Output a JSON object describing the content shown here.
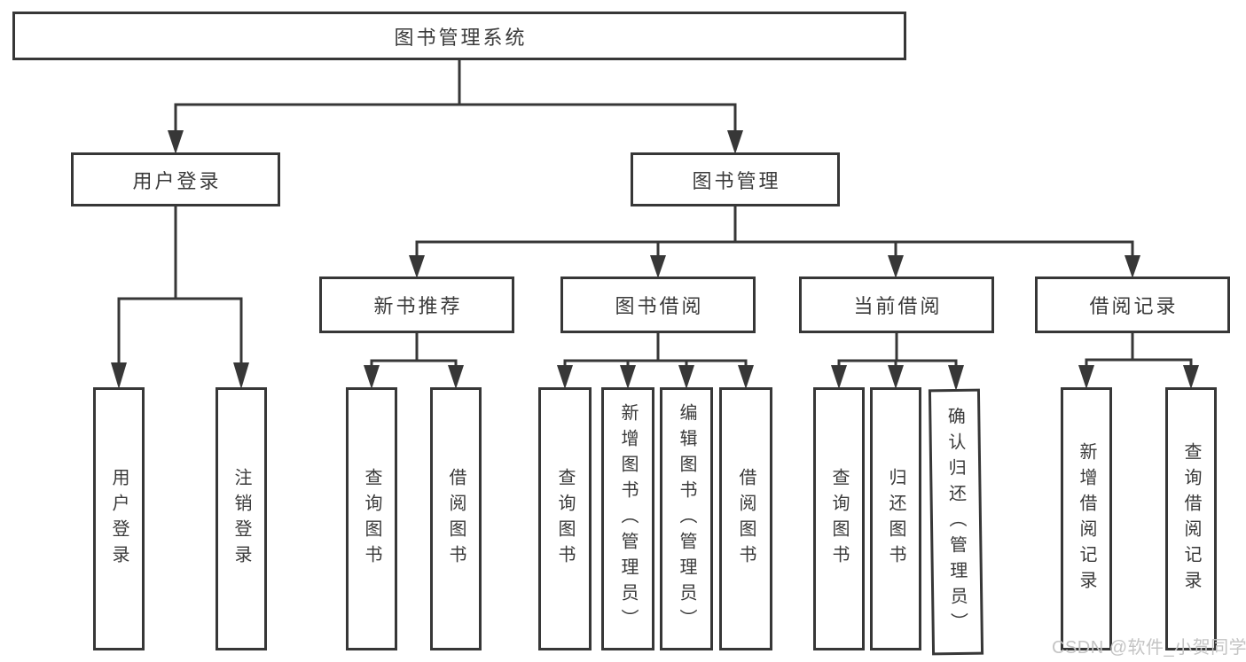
{
  "diagram_title": "图书管理系统",
  "tree": {
    "label": "图书管理系统",
    "children": [
      {
        "label": "用户登录",
        "children": [
          {
            "label": "用户登录"
          },
          {
            "label": "注销登录"
          }
        ]
      },
      {
        "label": "图书管理",
        "children": [
          {
            "label": "新书推荐",
            "children": [
              {
                "label": "查询图书"
              },
              {
                "label": "借阅图书"
              }
            ]
          },
          {
            "label": "图书借阅",
            "children": [
              {
                "label": "查询图书"
              },
              {
                "label": "新增图书（管理员）"
              },
              {
                "label": "编辑图书（管理员）"
              },
              {
                "label": "借阅图书"
              }
            ]
          },
          {
            "label": "当前借阅",
            "children": [
              {
                "label": "查询图书"
              },
              {
                "label": "归还图书"
              },
              {
                "label": "确认归还（管理员）"
              }
            ]
          },
          {
            "label": "借阅记录",
            "children": [
              {
                "label": "新增借阅记录"
              },
              {
                "label": "查询借阅记录"
              }
            ]
          }
        ]
      }
    ]
  },
  "watermark": {
    "text": "CSDN @软件_小贺同学"
  },
  "colors": {
    "line": "#373737",
    "box_border": "#373737",
    "text": "#3a3a3a",
    "background": "#ffffff",
    "watermark": "#c4c4c4"
  }
}
